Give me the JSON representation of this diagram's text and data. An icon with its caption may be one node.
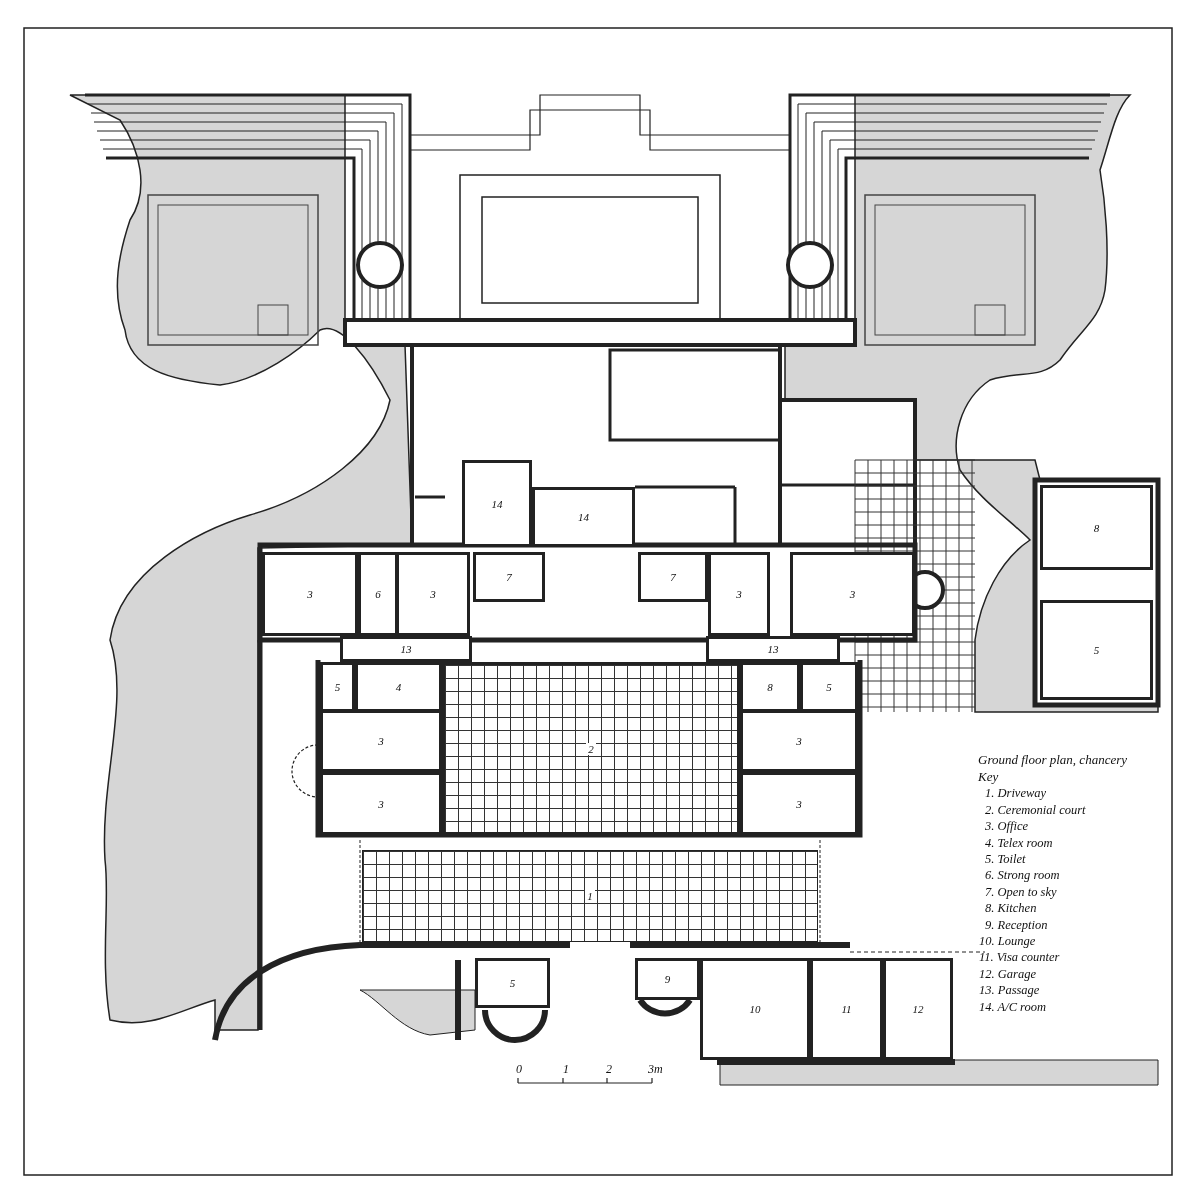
{
  "diagram": {
    "title": "Ground floor plan, chancery",
    "nodes": [
      {
        "text": [
          "14"
        ]
      },
      {
        "text": [
          "14"
        ]
      },
      {
        "text": [
          "8"
        ]
      },
      {
        "text": [
          "3"
        ]
      },
      {
        "text": [
          "6"
        ]
      },
      {
        "text": [
          "3"
        ]
      },
      {
        "text": [
          "7"
        ]
      },
      {
        "text": [
          "7"
        ]
      },
      {
        "text": [
          "3"
        ]
      },
      {
        "text": [
          "3"
        ]
      },
      {
        "text": [
          "5"
        ]
      },
      {
        "text": [
          "13"
        ]
      },
      {
        "text": [
          "13"
        ]
      },
      {
        "text": [
          "5"
        ]
      },
      {
        "text": [
          "4"
        ]
      },
      {
        "text": [
          "8"
        ]
      },
      {
        "text": [
          "5"
        ]
      },
      {
        "text": [
          "2"
        ]
      },
      {
        "text": [
          "3"
        ]
      },
      {
        "text": [
          "3"
        ]
      },
      {
        "text": [
          "3"
        ]
      },
      {
        "text": [
          "3"
        ]
      },
      {
        "text": [
          "1"
        ]
      },
      {
        "text": [
          "5"
        ]
      },
      {
        "text": [
          "9"
        ]
      },
      {
        "text": [
          "10"
        ]
      },
      {
        "text": [
          "11"
        ]
      },
      {
        "text": [
          "12"
        ]
      }
    ],
    "edges": [],
    "labels": [
      "Key",
      "1. Driveway",
      "2. Ceremonial court",
      "3. Office",
      "4. Telex room",
      "5. Toilet",
      "6. Strong room",
      "7. Open to sky",
      "8. Kitchen",
      "9. Reception",
      "10. Lounge",
      "11. Visa counter",
      "12. Garage",
      "13. Passage",
      "14. A/C room",
      "0",
      "1",
      "2",
      "3m"
    ]
  }
}
